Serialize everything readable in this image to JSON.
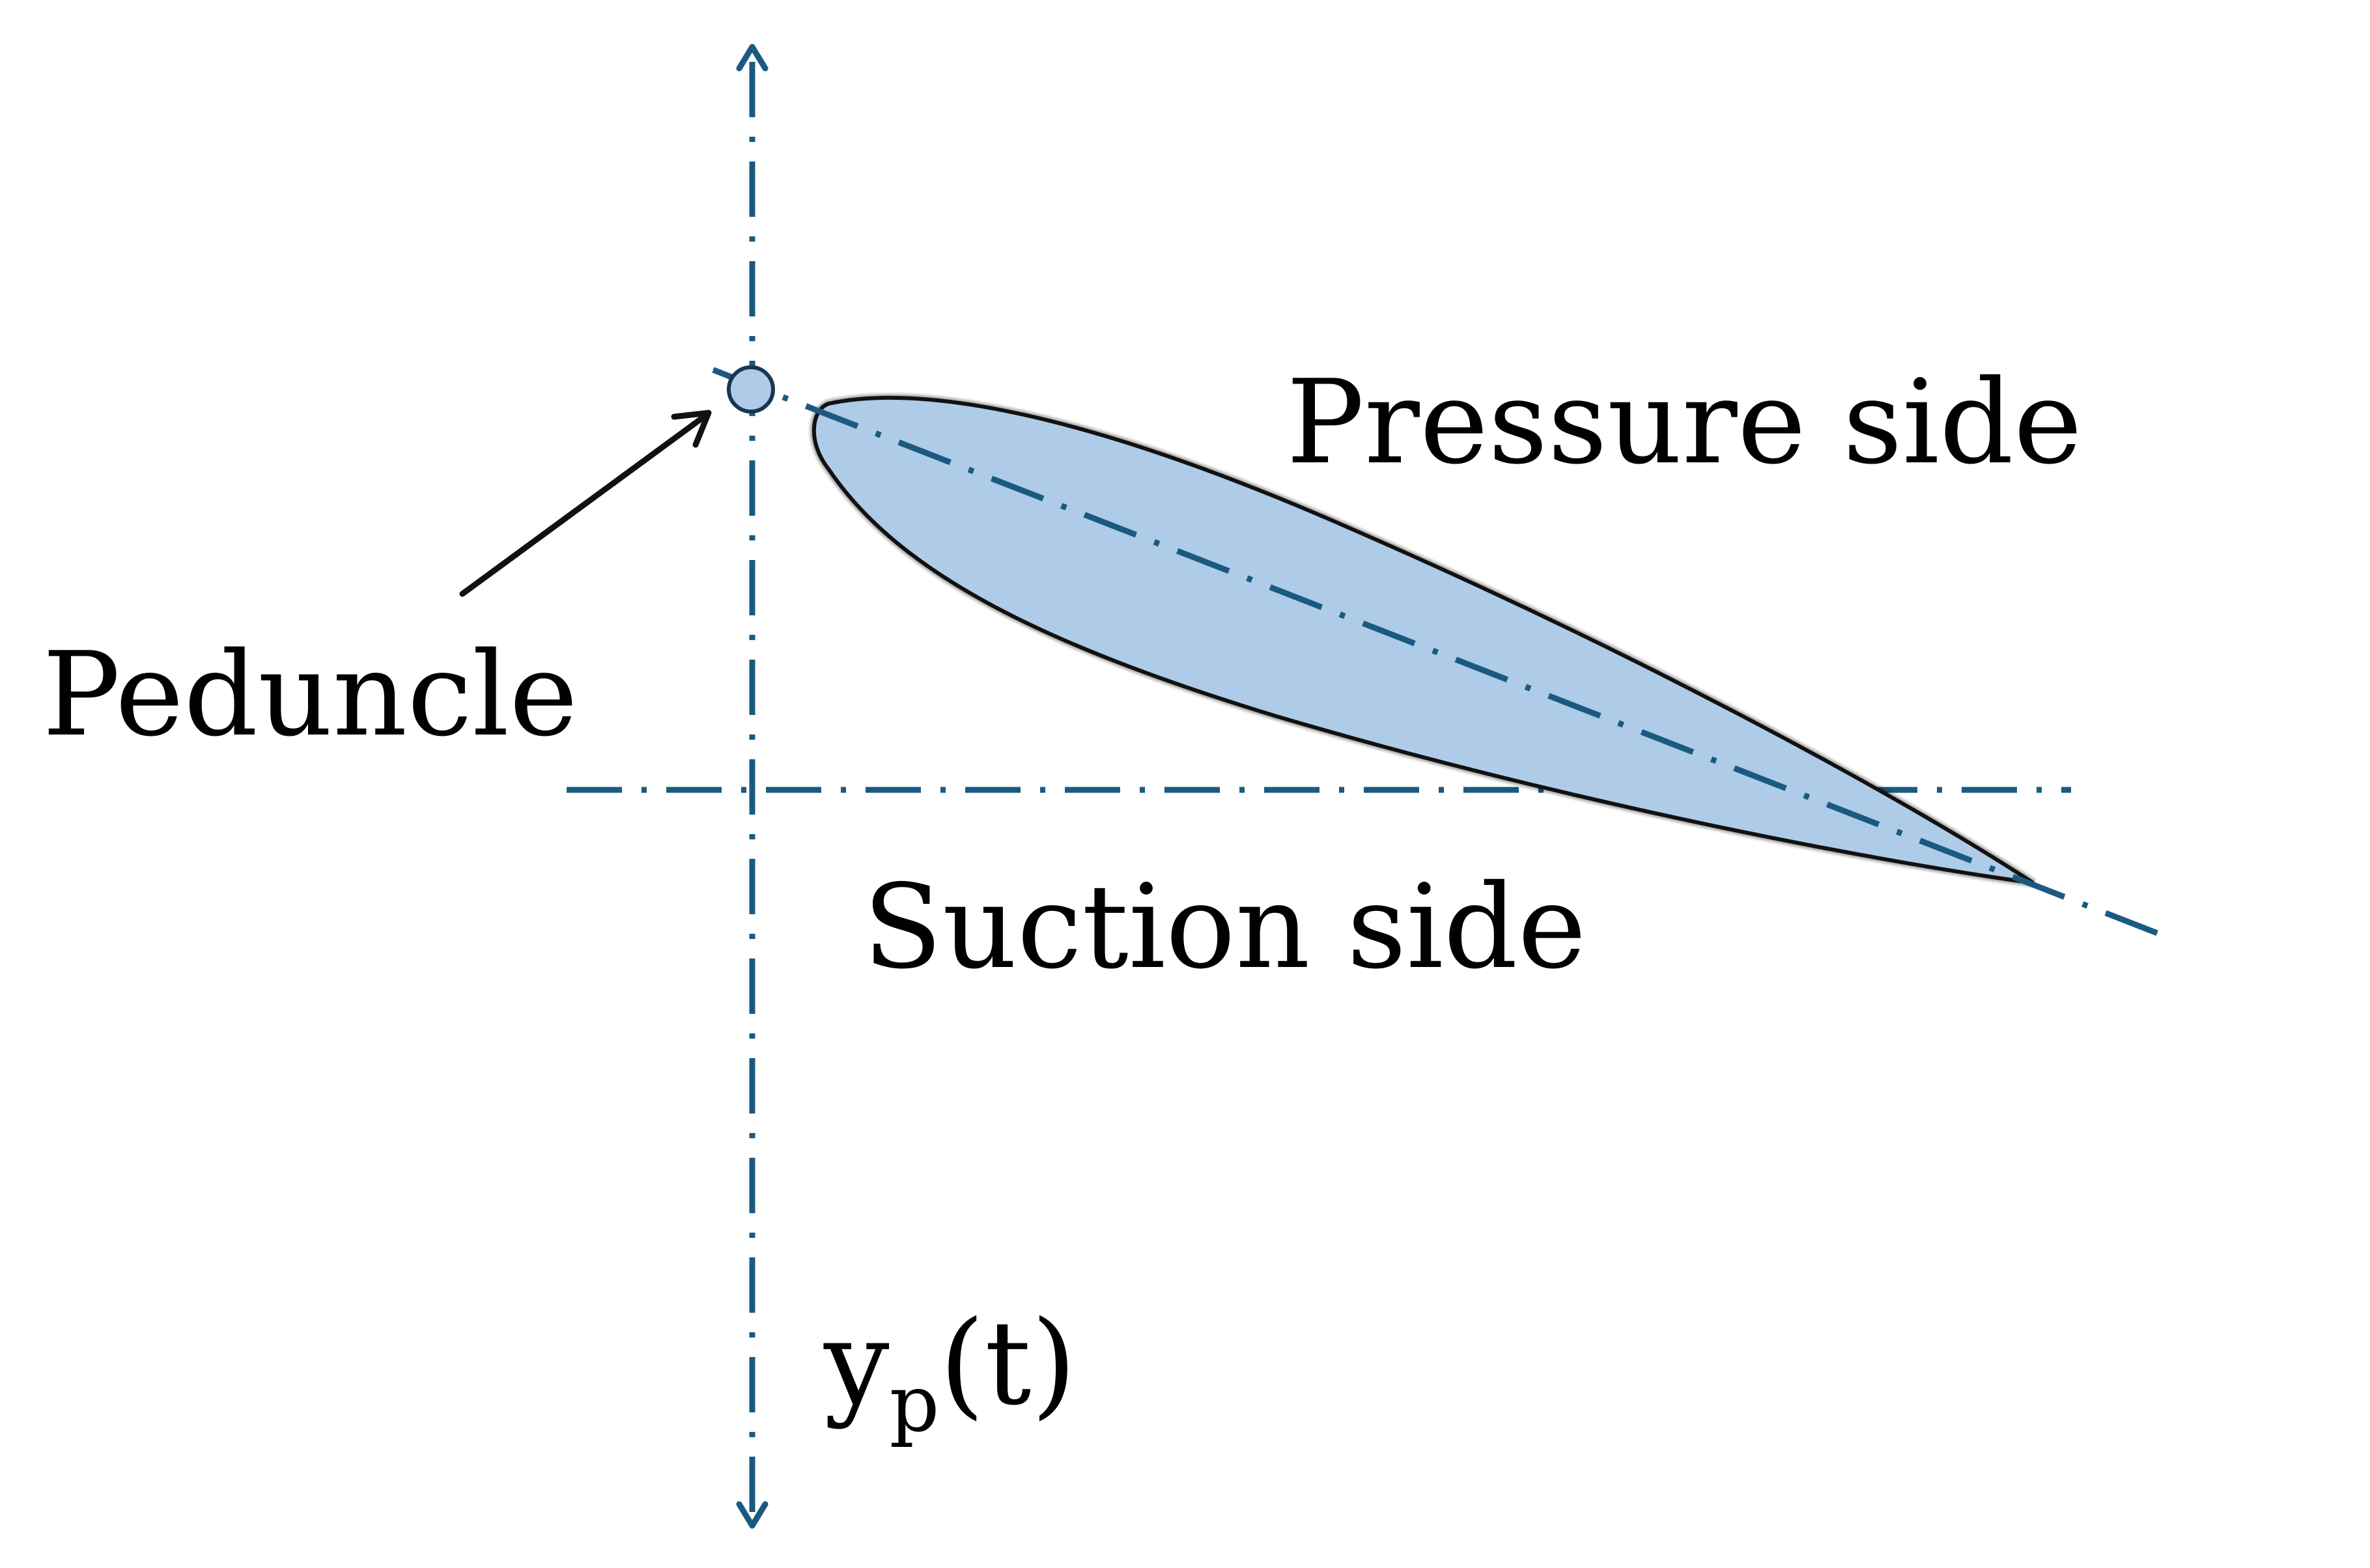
{
  "labels": {
    "pressure_side": "Pressure side",
    "suction_side": "Suction side",
    "peduncle": "Peduncle",
    "heave_main": "y",
    "heave_subscript": "p",
    "heave_arg": "(t)"
  },
  "colors": {
    "axis": "#1a5a80",
    "foil_fill": "#aecbe8",
    "foil_outline": "#111111",
    "text": "#000000",
    "arrow": "#111111"
  }
}
